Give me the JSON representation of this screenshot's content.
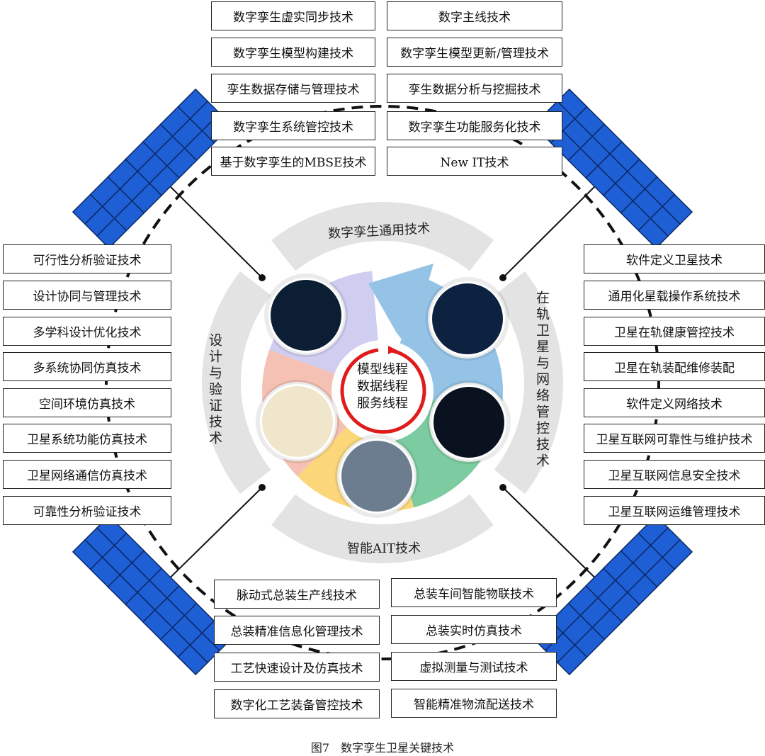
{
  "top_left": [
    "数字孪生虚实同步技术",
    "数字孪生模型构建技术",
    "孪生数据存储与管理技术",
    "数字孪生系统管控技术",
    "基于数字孪生的MBSE技术"
  ],
  "top_right": [
    "数字主线技术",
    "数字孪生模型更新/管理技术",
    "孪生数据分析与挖掘技术",
    "数字孪生功能服务化技术",
    "New IT技术"
  ],
  "left": [
    "可行性分析验证技术",
    "设计协同与管理技术",
    "多学科设计优化技术",
    "多系统协同仿真技术",
    "空间环境仿真技术",
    "卫星系统功能仿真技术",
    "卫星网络通信仿真技术",
    "可靠性分析验证技术"
  ],
  "right": [
    "软件定义卫星技术",
    "通用化星载操作系统技术",
    "卫星在轨健康管控技术",
    "卫星在轨装配维修装配",
    "软件定义网络技术",
    "卫星互联网可靠性与维护技术",
    "卫星互联网信息安全技术",
    "卫星互联网运维管理技术"
  ],
  "bottom_left": [
    "脉动式总装生产线技术",
    "总装精准信息化管理技术",
    "工艺快速设计及仿真技术",
    "数字化工艺装备管控技术"
  ],
  "bottom_right": [
    "总装车间智能物联技术",
    "总装实时仿真技术",
    "虚拟测量与测试技术",
    "智能精准物流配送技术"
  ],
  "arcs": {
    "top": "数字孪生通用技术",
    "left": "设计与验证技术",
    "right": "在轨卫星与网络管控技术",
    "bottom": "智能AIT技术"
  },
  "center_lines": [
    "模型线程",
    "数据线程",
    "服务线程"
  ],
  "caption": "图7　数字孪生卫星关键技术",
  "colors": {
    "panel": "#1f5fd6",
    "purple": "#cfcdf0",
    "blue": "#94c3e6",
    "green": "#7dcba0",
    "yellow": "#fbd77a",
    "pink": "#f4c1b4",
    "arc": "#e3e3e3",
    "red": "#e01b1b"
  }
}
